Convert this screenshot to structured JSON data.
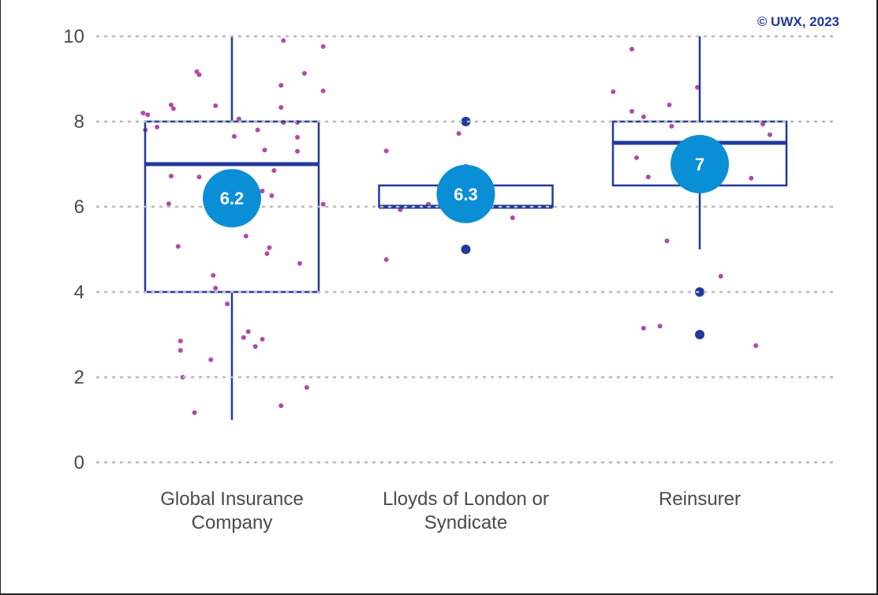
{
  "credit": "© UWX, 2023",
  "colors": {
    "box": "#22399a",
    "mean": "#0a8fd6",
    "points": "#b24aa8",
    "grid": "#bdbdbd",
    "outlier": "#22399a"
  },
  "chart_data": {
    "type": "box",
    "title": "",
    "xlabel": "",
    "ylabel": "",
    "ylim": [
      0,
      10
    ],
    "yticks": [
      0,
      2,
      4,
      6,
      8,
      10
    ],
    "grid": "horizontal-dotted",
    "categories": [
      {
        "label_lines": [
          "Global Insurance",
          "Company"
        ],
        "whisker_low": 1,
        "q1": 4,
        "median": 7,
        "q3": 8,
        "whisker_high": 10,
        "mean": 6.2,
        "mean_label": "6.2",
        "outliers": [],
        "points": [
          [
            -0.38,
            8.2
          ],
          [
            -0.36,
            8.16
          ],
          [
            -0.37,
            7.8
          ],
          [
            -0.32,
            7.87
          ],
          [
            -0.26,
            8.39
          ],
          [
            -0.25,
            8.3
          ],
          [
            -0.15,
            9.17
          ],
          [
            -0.14,
            9.1
          ],
          [
            -0.07,
            8.37
          ],
          [
            0.03,
            8.06
          ],
          [
            0.01,
            7.65
          ],
          [
            0.11,
            7.8
          ],
          [
            0.14,
            7.33
          ],
          [
            0.22,
            9.9
          ],
          [
            0.31,
            9.13
          ],
          [
            0.39,
            9.76
          ],
          [
            0.39,
            8.72
          ],
          [
            0.21,
            8.85
          ],
          [
            0.21,
            8.33
          ],
          [
            0.22,
            7.98
          ],
          [
            0.28,
            7.98
          ],
          [
            0.28,
            7.63
          ],
          [
            0.28,
            7.3
          ],
          [
            0.18,
            6.85
          ],
          [
            -0.26,
            6.72
          ],
          [
            -0.14,
            6.7
          ],
          [
            -0.27,
            6.07
          ],
          [
            0.13,
            6.37
          ],
          [
            0.17,
            6.26
          ],
          [
            0.39,
            6.06
          ],
          [
            -0.23,
            5.07
          ],
          [
            0.06,
            5.31
          ],
          [
            0.16,
            5.04
          ],
          [
            0.15,
            4.9
          ],
          [
            0.29,
            4.67
          ],
          [
            -0.08,
            4.39
          ],
          [
            -0.07,
            4.09
          ],
          [
            -0.02,
            3.72
          ],
          [
            -0.22,
            2.85
          ],
          [
            -0.22,
            2.63
          ],
          [
            0.05,
            2.93
          ],
          [
            0.07,
            3.07
          ],
          [
            0.13,
            2.89
          ],
          [
            0.1,
            2.72
          ],
          [
            -0.09,
            2.41
          ],
          [
            -0.21,
            2.0
          ],
          [
            0.32,
            1.76
          ],
          [
            -0.16,
            1.17
          ],
          [
            0.21,
            1.33
          ]
        ]
      },
      {
        "label_lines": [
          "Lloyds of London or",
          "Syndicate"
        ],
        "whisker_low": 6,
        "q1": 6,
        "median": 6,
        "q3": 6.5,
        "whisker_high": 7,
        "mean": 6.3,
        "mean_label": "6.3",
        "outliers": [
          8,
          5
        ],
        "points": [
          [
            -0.34,
            7.31
          ],
          [
            -0.03,
            7.72
          ],
          [
            -0.34,
            4.76
          ],
          [
            -0.28,
            5.93
          ],
          [
            -0.16,
            6.06
          ],
          [
            0.2,
            5.74
          ]
        ]
      },
      {
        "label_lines": [
          "Reinsurer"
        ],
        "whisker_low": 5,
        "q1": 6.5,
        "median": 7.5,
        "q3": 8,
        "whisker_high": 10,
        "mean": 7,
        "mean_label": "7",
        "outliers": [
          4,
          3
        ],
        "points": [
          [
            -0.37,
            8.7
          ],
          [
            -0.29,
            9.7
          ],
          [
            -0.29,
            8.24
          ],
          [
            -0.24,
            8.11
          ],
          [
            -0.13,
            8.39
          ],
          [
            -0.12,
            7.89
          ],
          [
            -0.27,
            7.15
          ],
          [
            -0.22,
            6.7
          ],
          [
            -0.01,
            8.8
          ],
          [
            0.27,
            7.94
          ],
          [
            0.3,
            7.69
          ],
          [
            0.22,
            6.67
          ],
          [
            -0.14,
            5.2
          ],
          [
            0.09,
            4.37
          ],
          [
            -0.24,
            3.15
          ],
          [
            -0.17,
            3.2
          ],
          [
            0.24,
            2.74
          ]
        ]
      }
    ]
  }
}
